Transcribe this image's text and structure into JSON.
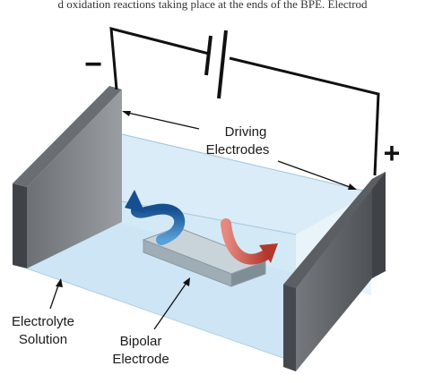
{
  "caption_fragment": "d oxidation reactions taking place at the ends of the BPE. Electrod",
  "labels": {
    "minus": "−",
    "plus": "+",
    "driving_line1": "Driving",
    "driving_line2": "Electrodes",
    "electrolyte_line1": "Electrolyte",
    "electrolyte_line2": "Solution",
    "bipolar_line1": "Bipolar",
    "bipolar_line2": "Electrode"
  },
  "colors": {
    "solution": "#cfe6f5",
    "electrode_dark": "#55595d",
    "electrode_face": "#8e9296",
    "bipolar_top": "#c9d3da",
    "arrow_blue": "#1f6fb6",
    "arrow_red": "#c9463c",
    "wire": "#111111"
  }
}
